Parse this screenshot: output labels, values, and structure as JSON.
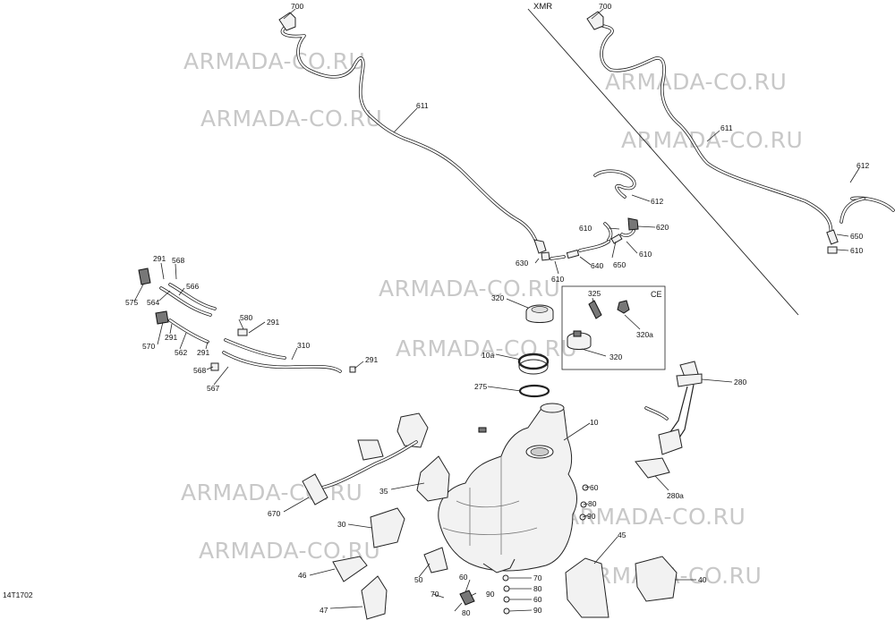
{
  "watermark": "ARMADA-CO.RU",
  "figure_id": "14T1702",
  "section_labels": {
    "xmr": "XMR",
    "ce": "CE"
  },
  "callouts": [
    "700",
    "700",
    "611",
    "611",
    "612",
    "612",
    "610",
    "610",
    "610",
    "610",
    "620",
    "630",
    "640",
    "650",
    "650",
    "291",
    "568",
    "575",
    "564",
    "566",
    "580",
    "291",
    "570",
    "291",
    "562",
    "291",
    "310",
    "291",
    "568",
    "567",
    "320",
    "325",
    "320a",
    "320",
    "280",
    "10a",
    "275",
    "10",
    "280a",
    "35",
    "670",
    "30",
    "46",
    "47",
    "50",
    "60",
    "70",
    "80",
    "70",
    "80",
    "60",
    "90",
    "90",
    "45",
    "40"
  ]
}
